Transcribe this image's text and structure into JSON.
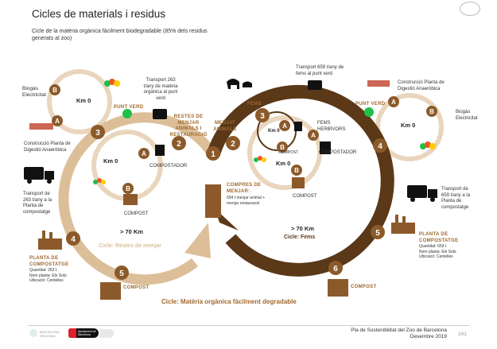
{
  "header": {
    "title": "Cicles de materials i residus",
    "subtitle": "Cicle de la matèria orgànica fàcilment biodegradable (85% dels residus generats al zoo)"
  },
  "colors": {
    "light_cycle": "#dcbf98",
    "dark_cycle": "#5a3818",
    "badge": "#8c5a2a",
    "label": "#a0682e",
    "punt_verd": "#1fbf4a"
  },
  "left_top_cycle": {
    "biogas": "Biogàs Electricitat",
    "km": "Km 0",
    "construccio": "Construcció Planta de Digestió Anaeròbica",
    "punt_verd": "PUNT VERD",
    "transport": "Transport 263 t/any de matèria orgànica al punt verd",
    "badge_a": "A",
    "badge_b": "B"
  },
  "left_cycle": {
    "restes": "RESTES DE MENJAR ANIMALS I RESTAURACIÓ",
    "inner_km": "Km 0",
    "compostador": "COMPOSTADOR",
    "compost_inner": "COMPOST",
    "transport": "Transport de 263 t/any a la Planta de compostatge",
    "distance": "> 70 Km",
    "cycle_name": "Cicle: Restes de menjar",
    "planta_title": "PLANTA DE COMPOSTATGE",
    "planta_qty": "Quantitat: 263 t",
    "planta_name": "Nom planta: Els Sots",
    "planta_loc": "Ubicació: Centelles",
    "compost": "COMPOST",
    "badges": [
      "1",
      "2",
      "3",
      "4",
      "5"
    ],
    "badge_a": "A",
    "badge_b": "B"
  },
  "center": {
    "compres_title": "COMPRES DE MENJAR:",
    "compres_detail": "694 t menjar animal + menjar restauració"
  },
  "right_cycle": {
    "menjat": "MENJAT ANIMALS",
    "fems": "FEMS",
    "transport_top": "Transport 659 t/any de fems al punt verd",
    "fems_herb": "FEMS HERBÍVORS",
    "compostador": "COMPOSTADOR",
    "inner_km_small": "Km 0",
    "inner_km": "Km 0",
    "compost_small": "COMPOST",
    "compost_inner": "COMPOST",
    "transport": "Transport de 659 t/any a la Planta de compostatge",
    "distance": "> 70 Km",
    "cycle_name": "Cicle: Fems",
    "planta_title": "PLANTA DE COMPOSTATGE",
    "planta_qty": "Quantitat: 659 t",
    "planta_name": "Nom planta: Els Sots",
    "planta_loc": "Ubicació: Centelles",
    "compost": "COMPOST",
    "badges": [
      "2",
      "3",
      "4",
      "5",
      "6"
    ],
    "badge_a": "A",
    "badge_b": "B"
  },
  "right_top_cycle": {
    "punt_verd": "PUNT VERD",
    "construccio": "Construcció Planta de Digestió Anaeròbica",
    "biogas": "Biogàs Electricitat",
    "km": "Km 0",
    "badge_a": "A",
    "badge_b": "B"
  },
  "main_cycle_name": "Cicle: Matèria orgànica fàcilment degradable",
  "footer": {
    "logo1": "BARCELONA REGIONAL",
    "logo2": "Ajuntament de Barcelona",
    "doc": "Pla de Sostenibilitat del Zoo de Barcelona",
    "date": "Desembre 2019",
    "page": "241"
  }
}
